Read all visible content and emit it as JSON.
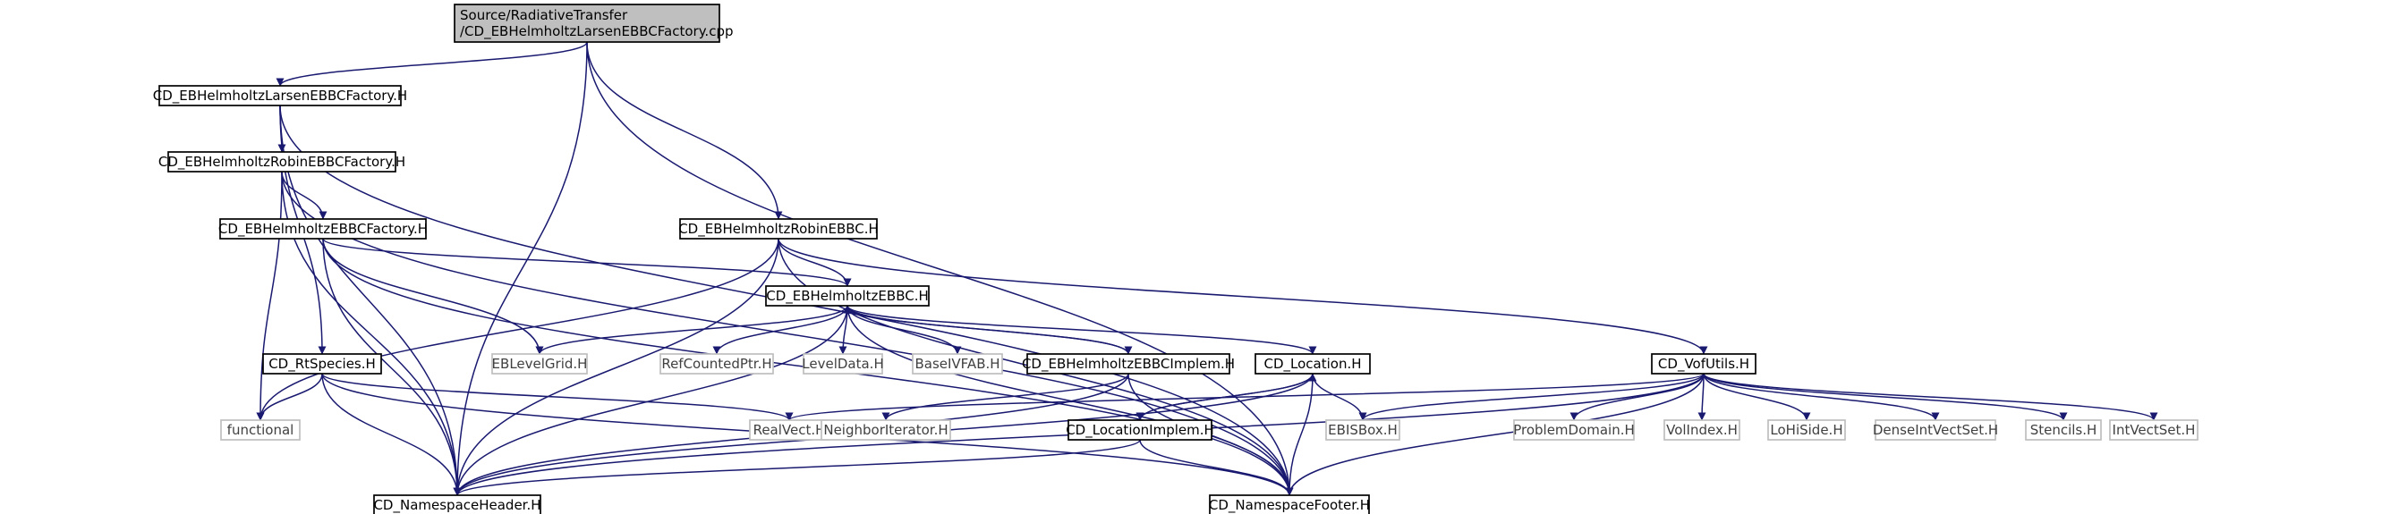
{
  "colors": {
    "edge": "#191970",
    "root_fill": "#bfbfbf",
    "node_fill": "#ffffff",
    "node_border": "#000000",
    "external_border": "#bfbfbf"
  },
  "nodes": [
    {
      "id": "root",
      "lines": [
        "Source/RadiativeTransfer",
        "/CD_EBHelmholtzLarsenEBBCFactory.cpp"
      ],
      "style": "root"
    },
    {
      "id": "larsen",
      "lines": [
        "CD_EBHelmholtzLarsenEBBCFactory.H"
      ],
      "style": "normal"
    },
    {
      "id": "robinfac",
      "lines": [
        "CD_EBHelmholtzRobinEBBCFactory.H"
      ],
      "style": "normal"
    },
    {
      "id": "ebbcfac",
      "lines": [
        "CD_EBHelmholtzEBBCFactory.H"
      ],
      "style": "normal"
    },
    {
      "id": "robin",
      "lines": [
        "CD_EBHelmholtzRobinEBBC.H"
      ],
      "style": "normal"
    },
    {
      "id": "ebbc",
      "lines": [
        "CD_EBHelmholtzEBBC.H"
      ],
      "style": "normal"
    },
    {
      "id": "rtspecies",
      "lines": [
        "CD_RtSpecies.H"
      ],
      "style": "normal"
    },
    {
      "id": "functional",
      "lines": [
        "functional"
      ],
      "style": "external"
    },
    {
      "id": "nsheader",
      "lines": [
        "CD_NamespaceHeader.H"
      ],
      "style": "normal"
    },
    {
      "id": "nsfooter",
      "lines": [
        "CD_NamespaceFooter.H"
      ],
      "style": "normal"
    },
    {
      "id": "eblevelgrid",
      "lines": [
        "EBLevelGrid.H"
      ],
      "style": "external"
    },
    {
      "id": "refcounted",
      "lines": [
        "RefCountedPtr.H"
      ],
      "style": "external"
    },
    {
      "id": "leveldata",
      "lines": [
        "LevelData.H"
      ],
      "style": "external"
    },
    {
      "id": "baseivfab",
      "lines": [
        "BaseIVFAB.H"
      ],
      "style": "external"
    },
    {
      "id": "implem",
      "lines": [
        "CD_EBHelmholtzEBBCImplem.H"
      ],
      "style": "normal"
    },
    {
      "id": "location",
      "lines": [
        "CD_Location.H"
      ],
      "style": "normal"
    },
    {
      "id": "locimplem",
      "lines": [
        "CD_LocationImplem.H"
      ],
      "style": "normal"
    },
    {
      "id": "vofutils",
      "lines": [
        "CD_VofUtils.H"
      ],
      "style": "normal"
    },
    {
      "id": "realvect",
      "lines": [
        "RealVect.H"
      ],
      "style": "external"
    },
    {
      "id": "neighbor",
      "lines": [
        "NeighborIterator.H"
      ],
      "style": "external"
    },
    {
      "id": "ebisbox",
      "lines": [
        "EBISBox.H"
      ],
      "style": "external"
    },
    {
      "id": "problemdomain",
      "lines": [
        "ProblemDomain.H"
      ],
      "style": "external"
    },
    {
      "id": "volindex",
      "lines": [
        "VolIndex.H"
      ],
      "style": "external"
    },
    {
      "id": "lohiside",
      "lines": [
        "LoHiSide.H"
      ],
      "style": "external"
    },
    {
      "id": "denseintvectset",
      "lines": [
        "DenseIntVectSet.H"
      ],
      "style": "external"
    },
    {
      "id": "stencils",
      "lines": [
        "Stencils.H"
      ],
      "style": "external"
    },
    {
      "id": "intvectset",
      "lines": [
        "IntVectSet.H"
      ],
      "style": "external"
    }
  ],
  "edges": [
    [
      "root",
      "larsen"
    ],
    [
      "root",
      "robin"
    ],
    [
      "root",
      "nsheader"
    ],
    [
      "root",
      "nsfooter"
    ],
    [
      "larsen",
      "robinfac"
    ],
    [
      "larsen",
      "rtspecies"
    ],
    [
      "larsen",
      "nsheader"
    ],
    [
      "larsen",
      "nsfooter"
    ],
    [
      "robinfac",
      "ebbcfac"
    ],
    [
      "robinfac",
      "functional"
    ],
    [
      "robinfac",
      "nsheader"
    ],
    [
      "robinfac",
      "nsfooter"
    ],
    [
      "ebbcfac",
      "ebbc"
    ],
    [
      "ebbcfac",
      "eblevelgrid"
    ],
    [
      "ebbcfac",
      "nsheader"
    ],
    [
      "ebbcfac",
      "nsfooter"
    ],
    [
      "robin",
      "ebbc"
    ],
    [
      "robin",
      "vofutils"
    ],
    [
      "robin",
      "functional"
    ],
    [
      "robin",
      "nsheader"
    ],
    [
      "robin",
      "nsfooter"
    ],
    [
      "ebbc",
      "eblevelgrid"
    ],
    [
      "ebbc",
      "refcounted"
    ],
    [
      "ebbc",
      "leveldata"
    ],
    [
      "ebbc",
      "baseivfab"
    ],
    [
      "ebbc",
      "implem"
    ],
    [
      "ebbc",
      "location"
    ],
    [
      "ebbc",
      "nsheader"
    ],
    [
      "ebbc",
      "nsfooter"
    ],
    [
      "implem",
      "ebbc"
    ],
    [
      "implem",
      "neighbor"
    ],
    [
      "implem",
      "nsheader"
    ],
    [
      "implem",
      "nsfooter"
    ],
    [
      "location",
      "locimplem"
    ],
    [
      "location",
      "ebisbox"
    ],
    [
      "location",
      "nsheader"
    ],
    [
      "location",
      "nsfooter"
    ],
    [
      "locimplem",
      "location"
    ],
    [
      "locimplem",
      "nsheader"
    ],
    [
      "locimplem",
      "nsfooter"
    ],
    [
      "rtspecies",
      "functional"
    ],
    [
      "rtspecies",
      "realvect"
    ],
    [
      "rtspecies",
      "nsheader"
    ],
    [
      "rtspecies",
      "nsfooter"
    ],
    [
      "vofutils",
      "realvect"
    ],
    [
      "vofutils",
      "ebisbox"
    ],
    [
      "vofutils",
      "problemdomain"
    ],
    [
      "vofutils",
      "volindex"
    ],
    [
      "vofutils",
      "lohiside"
    ],
    [
      "vofutils",
      "denseintvectset"
    ],
    [
      "vofutils",
      "stencils"
    ],
    [
      "vofutils",
      "intvectset"
    ],
    [
      "vofutils",
      "nsheader"
    ],
    [
      "vofutils",
      "nsfooter"
    ]
  ]
}
